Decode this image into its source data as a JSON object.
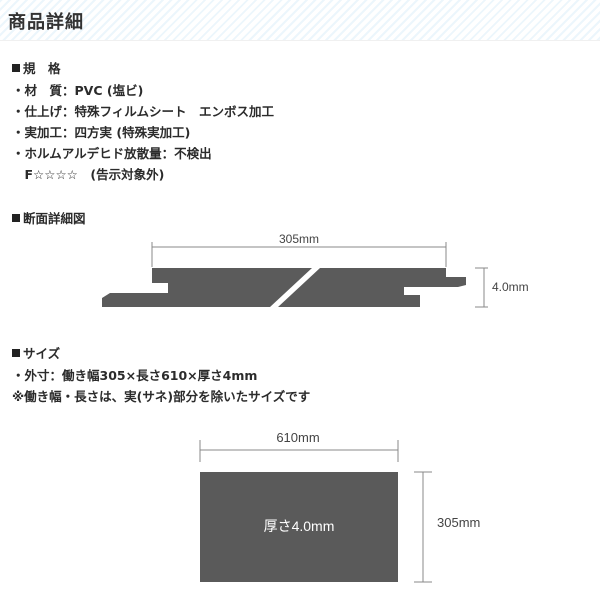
{
  "header": {
    "title": "商品詳細"
  },
  "spec": {
    "heading": "規　格",
    "lines": [
      "・材　質：PVC (塩ビ)",
      "・仕上げ：特殊フィルムシート　エンボス加工",
      "・実加工：四方実 (特殊実加工)",
      "・ホルムアルデヒド放散量：不検出",
      "　F☆☆☆☆　(告示対象外)"
    ]
  },
  "section_detail": {
    "heading": "断面詳細図",
    "width_label": "305mm",
    "thickness_label": "4.0mm"
  },
  "size": {
    "heading": "サイズ",
    "line1": "・外寸：働き幅305×長さ610×厚さ4mm",
    "line2": "※働き幅・長さは、実(サネ)部分を除いたサイズです"
  },
  "tile_diagram": {
    "length_label": "610mm",
    "width_label": "305mm",
    "thickness_text": "厚さ4.0mm",
    "tile_color": "#5a5a5a"
  }
}
